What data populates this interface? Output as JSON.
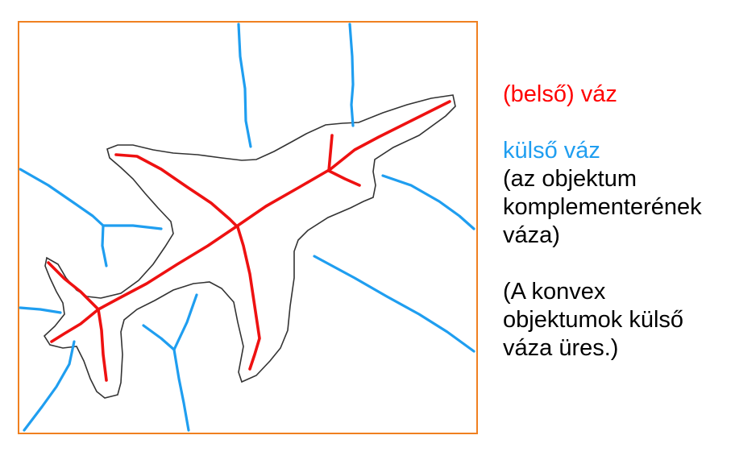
{
  "legend": {
    "inner_skeleton": {
      "text": "(belső) váz",
      "color": "#ff0000"
    },
    "outer_skeleton": {
      "text": "külső váz",
      "color": "#1f9ef0"
    },
    "outer_desc": [
      "(az objektum",
      "komplementerének",
      "váza)"
    ],
    "convex_note": [
      "(A konvex",
      "objektumok külső",
      "váza üres.)"
    ]
  },
  "colors": {
    "frame": "#f08020",
    "outline": "#333333",
    "inner": "#ee1111",
    "outer": "#1f9ef0"
  }
}
